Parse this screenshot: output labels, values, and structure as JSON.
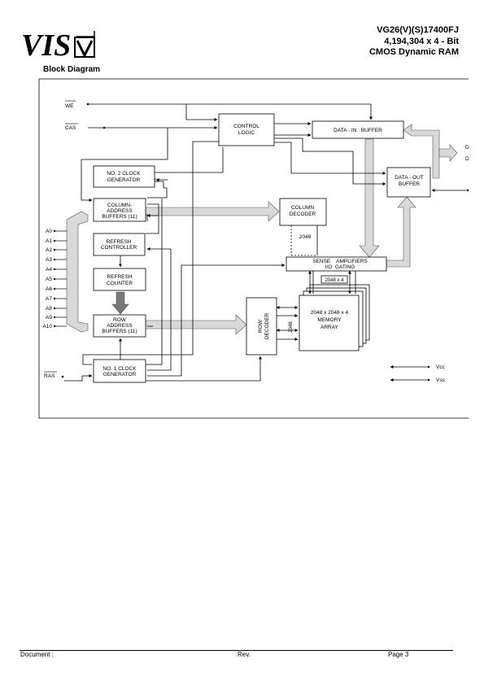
{
  "header": {
    "logo_text": "VIS",
    "part_number": "VG26(V)(S)17400FJ",
    "organization": "4,194,304 x 4 - Bit",
    "product": "CMOS Dynamic RAM"
  },
  "section_title": "Block Diagram",
  "diagram": {
    "signals": {
      "we": "WE",
      "cas": "CAS",
      "ras": "RAS",
      "address": [
        "A0",
        "A1",
        "A2",
        "A3",
        "A4",
        "A5",
        "A6",
        "A7",
        "A8",
        "A9",
        "A10"
      ],
      "dq_top": "D",
      "dq_bottom": "D",
      "vcc": "Vcc",
      "vss": "Vss"
    },
    "blocks": {
      "control_logic": [
        "CONTROL",
        "LOGIC"
      ],
      "data_in_buffer": "DATA - IN   BUFFER",
      "data_out_buffer": [
        "DATA - OUT",
        "BUFFER"
      ],
      "no2_clock": [
        "NO. 2 CLOCK",
        "GENERATOR"
      ],
      "column_address": [
        "COLUMN-",
        "ADDRESS",
        "BUFFERS (11)"
      ],
      "column_decoder": [
        "COLUMN",
        "DECODER"
      ],
      "refresh_controller": [
        "REFRESH",
        "CONTROLLER"
      ],
      "refresh_counter": [
        "REFRESH",
        "COUNTER"
      ],
      "row_address": [
        "ROW",
        "ADDRESS",
        "BUFFERS (11)"
      ],
      "row_decoder": [
        "ROW",
        "DECODER"
      ],
      "sense_amp": [
        "SENSE    AMPLIFIERS",
        "I/O  GATING"
      ],
      "memory_array": [
        "2048 x 2048 x 4",
        "MEMORY",
        "ARRAY"
      ],
      "no1_clock": [
        "NO. 1 CLOCK",
        "GENERATOR"
      ]
    },
    "bus_labels": {
      "col_2048": "2048",
      "sense_2048x4": "2048 x 4",
      "row_2048": "2048"
    }
  },
  "footer": {
    "document": "Document :",
    "rev": "Rev.",
    "page": "Page 3"
  }
}
